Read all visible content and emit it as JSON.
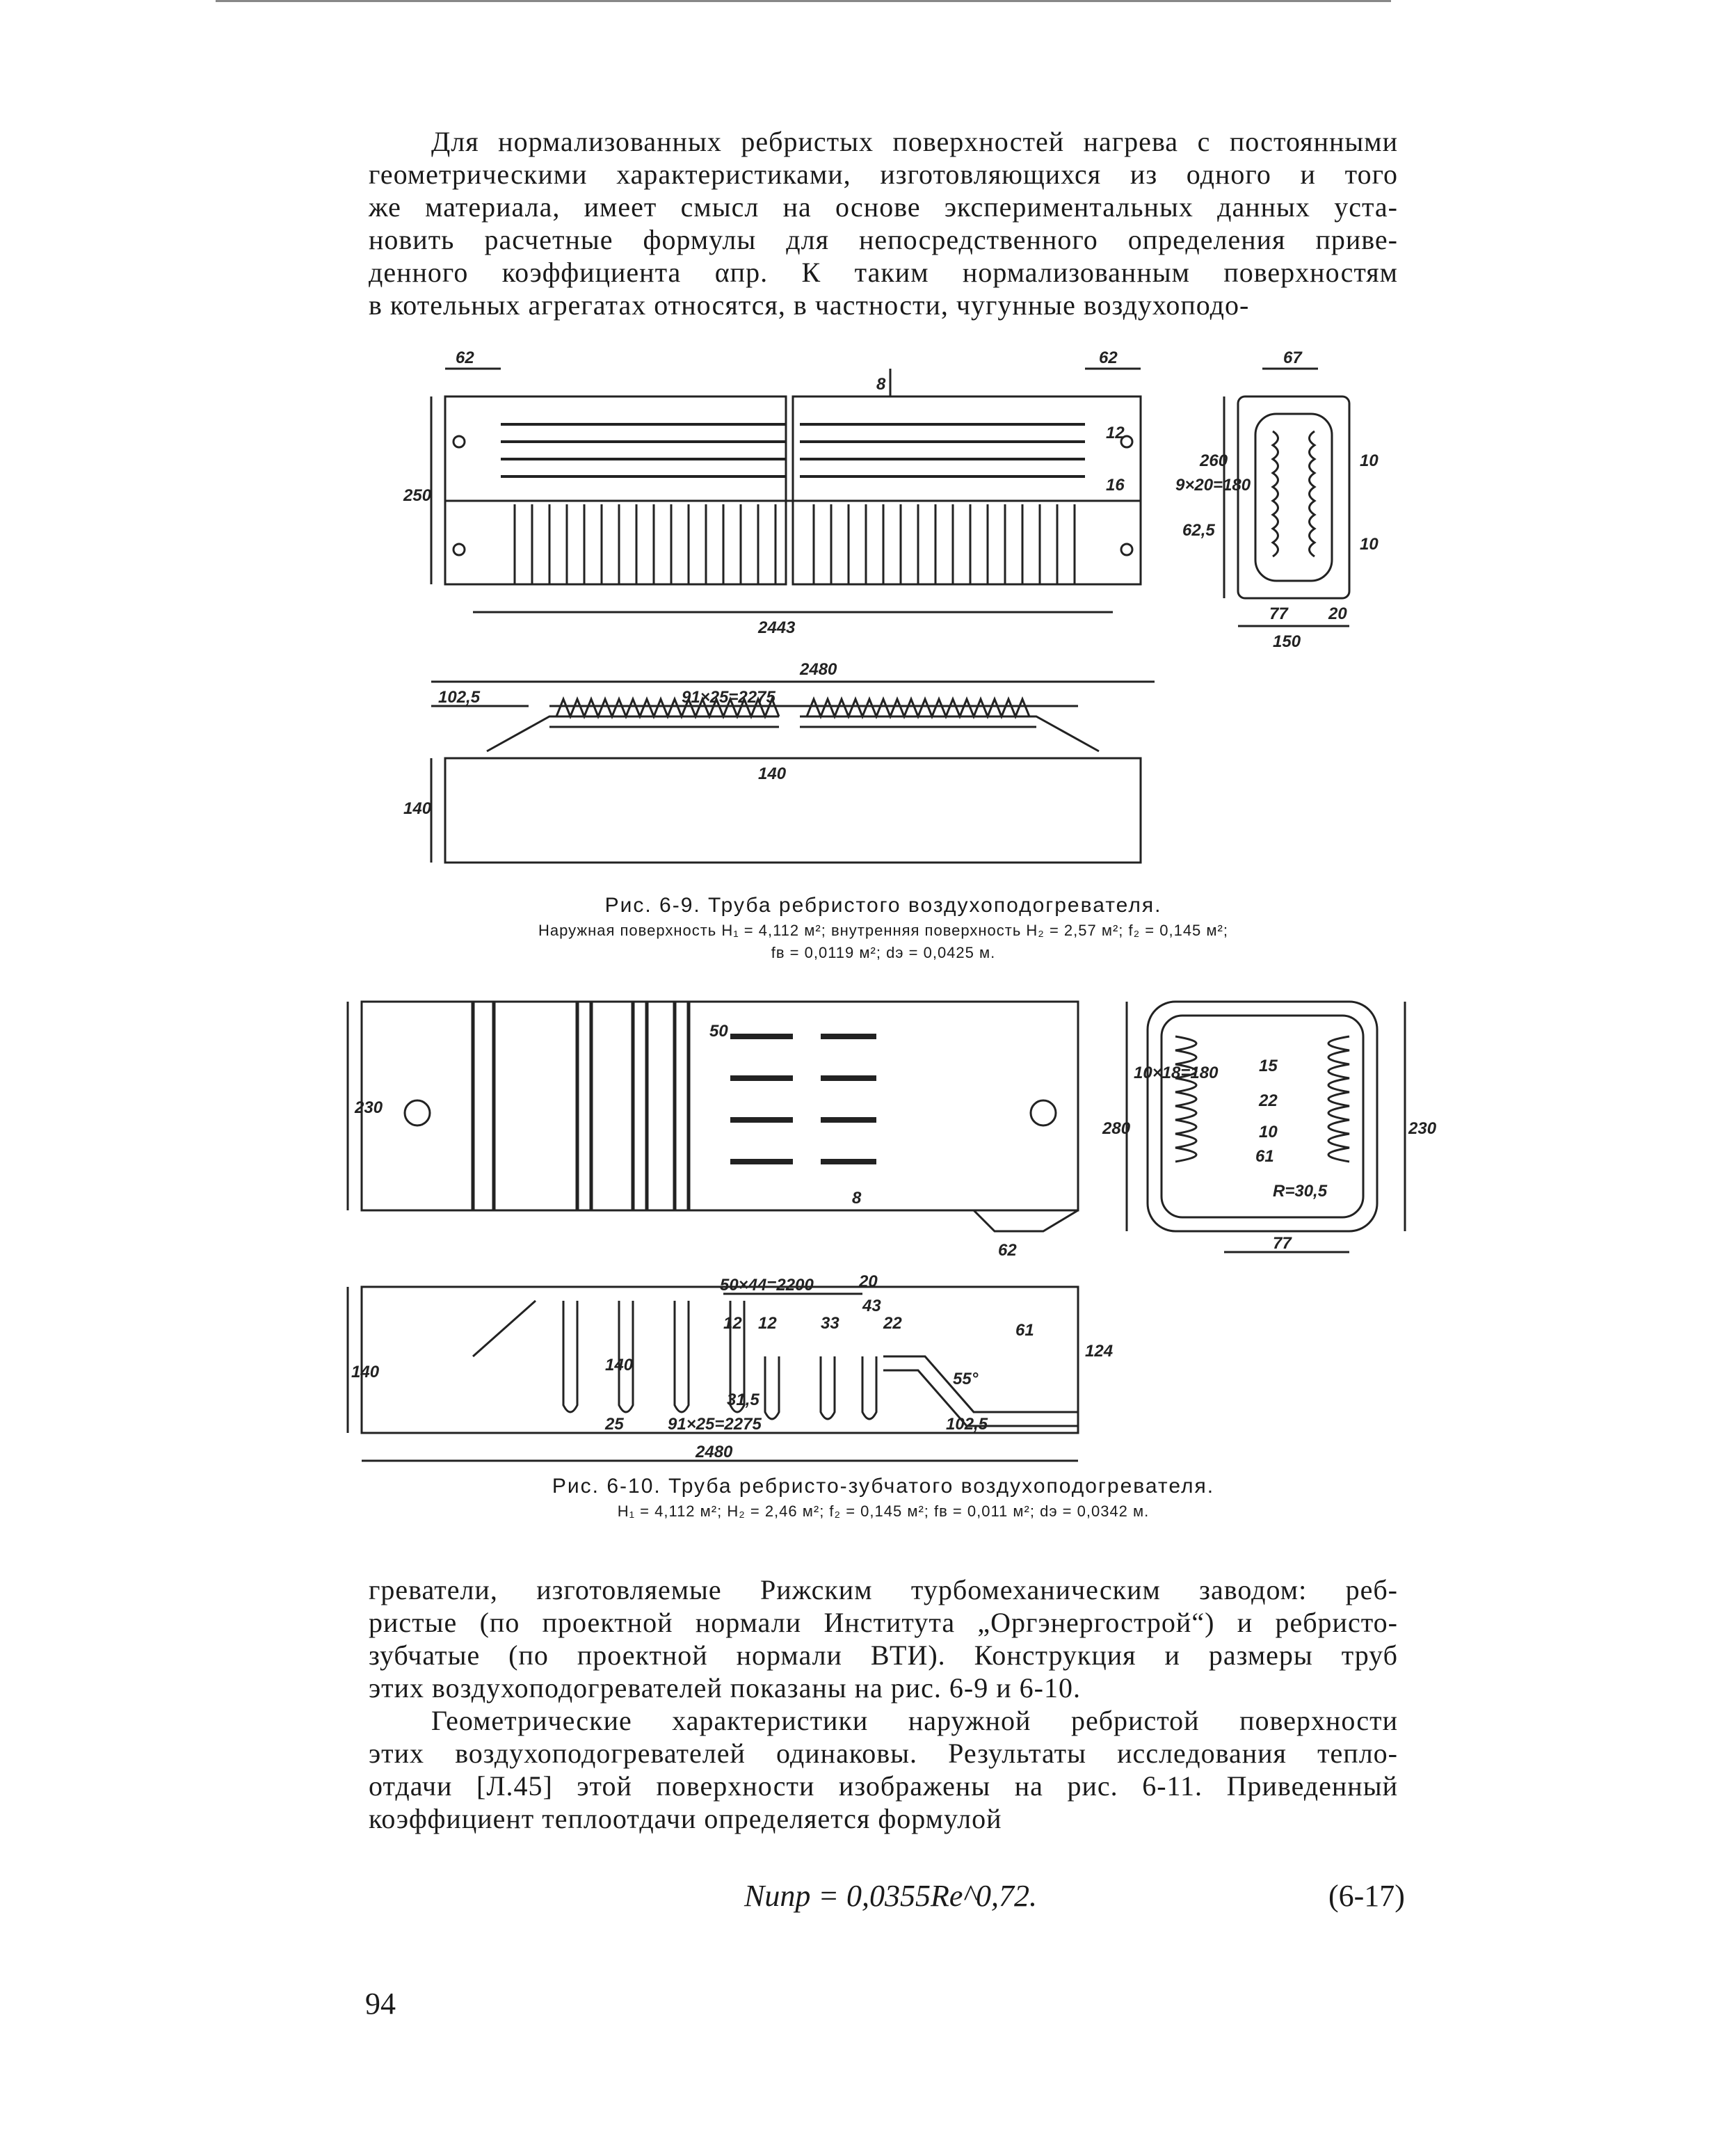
{
  "top_paragraph": [
    "Для нормализованных ребристых поверхностей нагрева с постоянными",
    "геометрическими характеристиками, изготовляющихся из одного и того",
    "же материала, имеет смысл на основе экспериментальных данных уста-",
    "новить расчетные формулы для непосредственного определения приве-",
    "денного коэффициента αпр. К таким нормализованным поверхностям",
    "в котельных агрегатах относятся, в частности, чугунные воздухоподо-"
  ],
  "figure_6_9": {
    "caption": "Рис. 6-9. Труба ребристого воздухоподогревателя.",
    "subcaption_1": "Наружная поверхность H₁ = 4,112 м²; внутренняя поверхность H₂ = 2,57 м²; f₂ = 0,145 м²;",
    "subcaption_2": "fв = 0,0119 м²; dэ = 0,0425 м.",
    "dims": {
      "d62a": "62",
      "d62b": "62",
      "d67": "67",
      "d8": "8",
      "d250": "250",
      "d12": "12",
      "d16": "16",
      "d260": "260",
      "d9x20": "9×20=180",
      "d625": "62,5",
      "d10a": "10",
      "d10b": "10",
      "d2443": "2443",
      "d77": "77",
      "d20": "20",
      "d150": "150",
      "d2480": "2480",
      "d1025": "102,5",
      "d91x25": "91×25=2275",
      "d140a": "140",
      "d140b": "140"
    }
  },
  "figure_6_10": {
    "caption": "Рис. 6-10. Труба ребристо-зубчатого воздухоподогревателя.",
    "subcaption": "H₁ = 4,112 м²; H₂ = 2,46 м²; f₂ = 0,145 м²; fв = 0,011 м²; dэ = 0,0342 м.",
    "dims": {
      "d230a": "230",
      "d50": "50",
      "d8": "8",
      "d62": "62",
      "d280": "280",
      "d10x18": "10×18=180",
      "d15": "15",
      "d22": "22",
      "d10": "10",
      "d61a": "61",
      "dR": "R=30,5",
      "d230b": "230",
      "d77": "77",
      "d140a": "140",
      "d140b": "140",
      "d50x44": "50×44=2200",
      "d20": "20",
      "d43": "43",
      "d12a": "12",
      "d12b": "12",
      "d33": "33",
      "d22b": "22",
      "d55": "55°",
      "d61b": "61",
      "d124": "124",
      "d315": "31,5",
      "d25": "25",
      "d91x25": "91×25=2275",
      "d1025": "102,5",
      "d2480": "2480"
    }
  },
  "bottom_paragraph_1": [
    "греватели, изготовляемые Рижским турбомеханическим заводом: реб-",
    "ристые (по проектной нормали Института „Оргэнергострой“) и ребристо-",
    "зубчатые (по проектной нормали ВТИ). Конструкция и размеры труб",
    "этих воздухоподогревателей показаны на рис. 6-9 и 6-10."
  ],
  "bottom_paragraph_2": [
    "Геометрические характеристики наружной ребристой поверхности",
    "этих воздухоподогревателей одинаковы. Результаты исследования тепло-",
    "отдачи [Л.45] этой поверхности изображены на рис. 6-11. Приведенный",
    "коэффициент теплоотдачи определяется формулой"
  ],
  "formula": "Nuпр = 0,0355Re^0,72.",
  "formula_number": "(6-17)",
  "page_number": "94"
}
